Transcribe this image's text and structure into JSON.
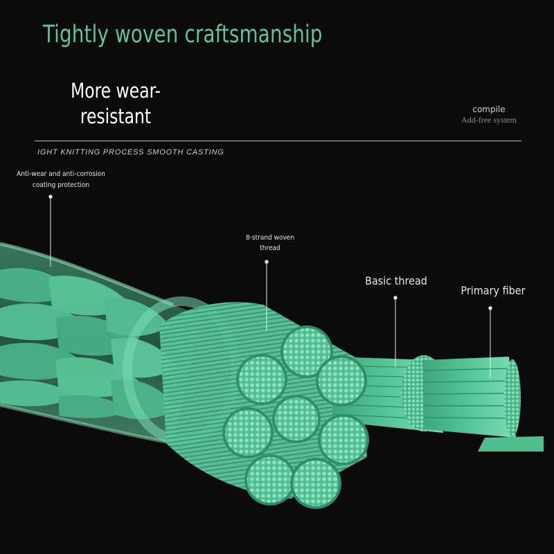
{
  "title": "Tightly woven craftsmanship",
  "wear_line1": "More wear-",
  "wear_line2": "resistant",
  "compile": "compile",
  "addfree": "Add-free system",
  "process": "IGHT KNITTING PROCESS SMOOTH CASTING",
  "labels": {
    "coating_line1": "Anti-wear and anti-corrosion",
    "coating_line2": "coating protection",
    "strand_line1": "8-strand woven",
    "strand_line2": "thread",
    "basic": "Basic thread",
    "primary": "Primary fiber"
  },
  "colors": {
    "title": "#5fc49a",
    "fiber_light": "#8fe0bd",
    "fiber_mid": "#56c197",
    "fiber_dark": "#2f8f6b",
    "background": "#0b0b0b"
  }
}
